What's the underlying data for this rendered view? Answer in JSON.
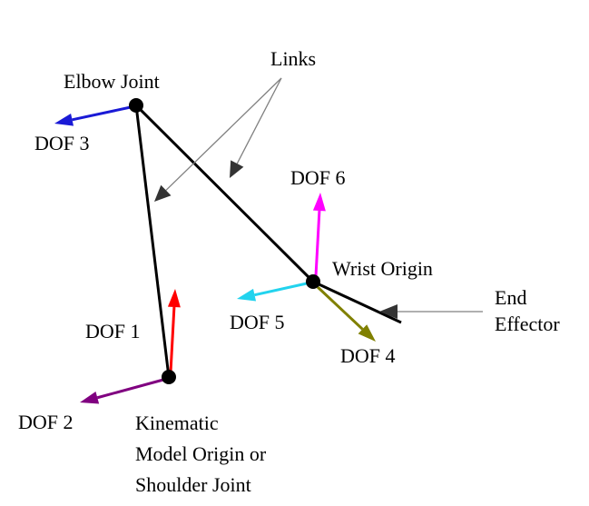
{
  "labels": {
    "links": "Links",
    "elbow": "Elbow Joint",
    "wrist": "Wrist Origin",
    "end_effector": [
      "End",
      "Effector"
    ],
    "shoulder": [
      "Kinematic",
      "Model Origin or",
      "Shoulder Joint"
    ]
  },
  "dofs": [
    {
      "label": "DOF 1",
      "color": "#ff0000"
    },
    {
      "label": "DOF 2",
      "color": "#800080"
    },
    {
      "label": "DOF 3",
      "color": "#1a1ad6"
    },
    {
      "label": "DOF 4",
      "color": "#808000"
    },
    {
      "label": "DOF 5",
      "color": "#22d3ee"
    },
    {
      "label": "DOF 6",
      "color": "#ff00ff"
    }
  ],
  "colors": {
    "link": "#000000",
    "pointer": "#808080",
    "pointer_head": "#333333"
  }
}
